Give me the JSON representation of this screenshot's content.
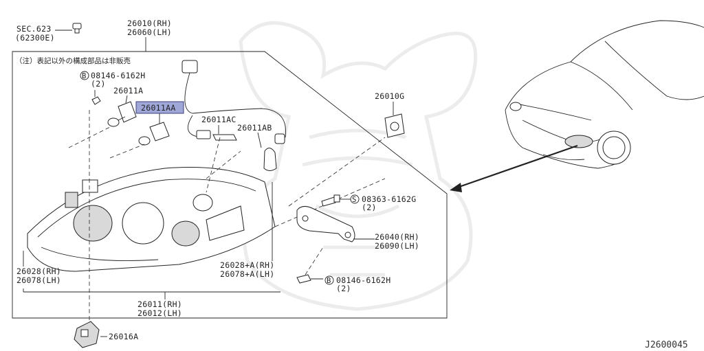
{
  "note": "（注）表記以外の構成部品は非販売",
  "labels": {
    "sec": "SEC.623",
    "sec_sub": "(62300E)",
    "rh_top": "26010(RH)",
    "lh_top": "26060(LH)",
    "bolt_top": "08146-6162H",
    "bolt_top_qty": "(2)",
    "bulb_a": "26011A",
    "bulb_aa": "26011AA",
    "bulb_ac": "26011AC",
    "bulb_ab": "26011AB",
    "socket_g": "26010G",
    "screw": "08363-6162G",
    "screw_qty": "(2)",
    "bracket_rh": "26040(RH)",
    "bracket_lh": "26090(LH)",
    "bolt_bot": "08146-6162H",
    "bolt_bot_qty": "(2)",
    "left_rh": "26028(RH)",
    "left_lh": "26078(LH)",
    "mid_rh": "26028+A(RH)",
    "mid_lh": "26078+A(LH)",
    "main_rh": "26011(RH)",
    "main_lh": "26012(LH)",
    "actuator": "26016A",
    "b_symbol": "B",
    "s_symbol": "S"
  },
  "diagram_code": "J2600045",
  "colors": {
    "line": "#222222",
    "highlight": "#9fa6d8",
    "watermark": "#ececec"
  }
}
